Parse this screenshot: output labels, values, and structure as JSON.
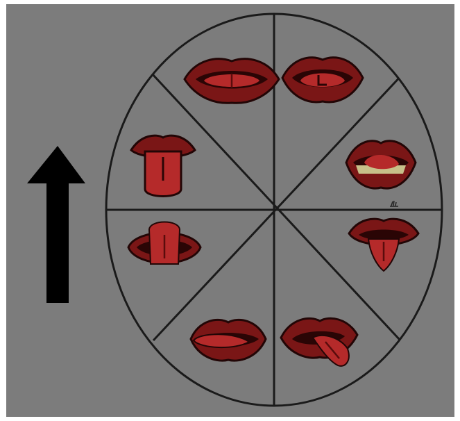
{
  "figure": {
    "background_color": "#7c7c7c",
    "frame_color": "#ffffff",
    "line_color": "#1a1a1a",
    "arrow": {
      "icon": "up-arrow-icon",
      "direction": "up",
      "color": "#000000"
    },
    "wheel": {
      "sections": 8,
      "mouth_colors": {
        "lips": "#7a1616",
        "lip_outline": "#220606",
        "mouth_interior": "#2a0505",
        "tongue": "#b52a2a",
        "tongue_line": "#5a0c0c",
        "teeth": "#c8c08a"
      },
      "mouths": [
        {
          "name": "mouth-tongue-inside-top-left",
          "icon": "mouth-tongue-inside-icon"
        },
        {
          "name": "mouth-tongue-inside-top-right",
          "icon": "mouth-tongue-rolled-icon"
        },
        {
          "name": "mouth-tongue-out-up-left",
          "icon": "mouth-tongue-out-icon"
        },
        {
          "name": "mouth-teeth-tongue-right",
          "icon": "mouth-teeth-icon"
        },
        {
          "name": "mouth-tongue-up-left",
          "icon": "mouth-tongue-up-icon"
        },
        {
          "name": "mouth-tongue-down-right",
          "icon": "mouth-tongue-down-icon"
        },
        {
          "name": "mouth-tongue-side-bottom-left",
          "icon": "mouth-tongue-side-icon"
        },
        {
          "name": "mouth-tongue-out-bottom-right",
          "icon": "mouth-tongue-out-corner-icon"
        }
      ]
    }
  }
}
